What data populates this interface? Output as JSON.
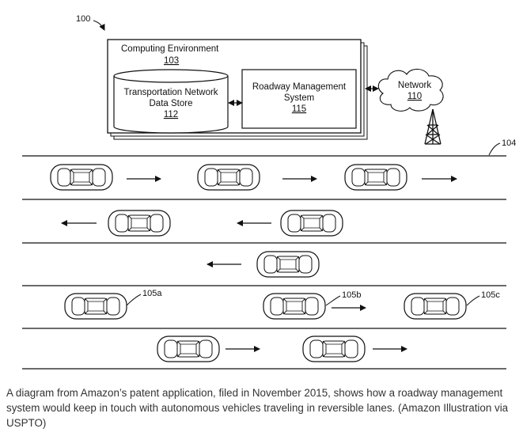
{
  "figure": {
    "system_ref": "100",
    "computing_environment": {
      "label": "Computing Environment",
      "ref": "103"
    },
    "data_store": {
      "label_line1": "Transportation Network",
      "label_line2": "Data Store",
      "ref": "112"
    },
    "roadway_management": {
      "label_line1": "Roadway Management",
      "label_line2": "System",
      "ref": "115"
    },
    "network": {
      "label": "Network",
      "ref": "110"
    },
    "roadway_ref": "104",
    "vehicle_refs": [
      "105a",
      "105b",
      "105c"
    ]
  },
  "caption": "A diagram from Amazon’s patent application, filed in November 2015, shows how a roadway management system would keep in touch with autonomous vehicles traveling in reversible lanes. (Amazon Illustration via USPTO)"
}
